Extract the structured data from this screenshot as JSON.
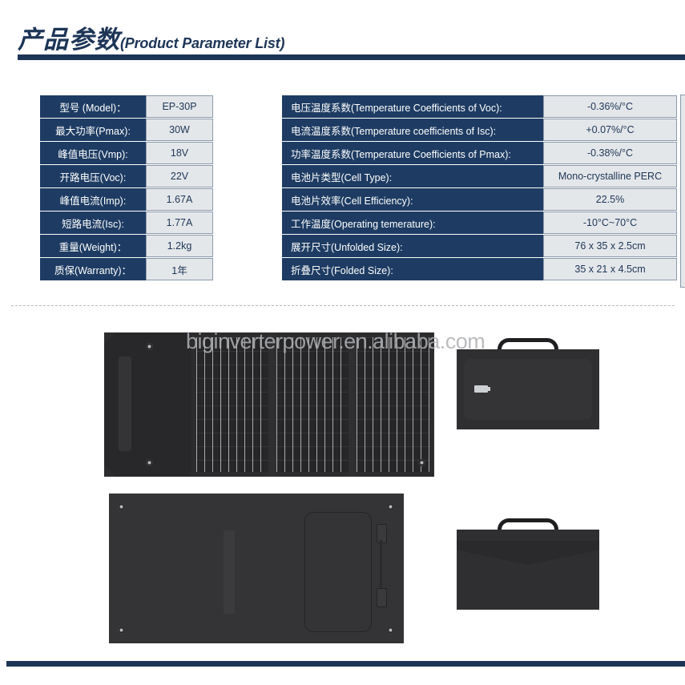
{
  "header": {
    "title_cn": "产品参数",
    "title_en": "(Product Parameter List)"
  },
  "spec_table_left": {
    "rows": [
      {
        "label": "型号 (Model)：",
        "value": "EP-30P"
      },
      {
        "label": "最大功率(Pmax):",
        "value": "30W"
      },
      {
        "label": "峰值电压(Vmp):",
        "value": "18V"
      },
      {
        "label": "开路电压(Voc):",
        "value": "22V"
      },
      {
        "label": "峰值电流(Imp):",
        "value": "1.67A"
      },
      {
        "label": "短路电流(Isc):",
        "value": "1.77A"
      },
      {
        "label": "重量(Weight)：",
        "value": "1.2kg"
      },
      {
        "label": "质保(Warranty)：",
        "value": "1年"
      }
    ]
  },
  "spec_table_right": {
    "rows": [
      {
        "label": "电压温度系数(Temperature Coefficients of Voc):",
        "value": "-0.36%/°C"
      },
      {
        "label": "电流温度系数(Temperature coefficients of Isc):",
        "value": "+0.07%/°C"
      },
      {
        "label": "功率温度系数(Temperature Coefficients of Pmax):",
        "value": "-0.38%/°C"
      },
      {
        "label": "电池片类型(Cell Type):",
        "value": "Mono-crystalline PERC"
      },
      {
        "label": "电池片效率(Cell Efficiency):",
        "value": "22.5%"
      },
      {
        "label": "工作温度(Operating temerature):",
        "value": "-10°C~70°C"
      },
      {
        "label": "展开尺寸(Unfolded Size):",
        "value": "76 x 35 x 2.5cm"
      },
      {
        "label": "折叠尺寸(Folded Size):",
        "value": "35 x 21 x 4.5cm"
      }
    ]
  },
  "gallery": {
    "watermark": "biginverterpower.en.alibaba.com",
    "shots": [
      {
        "name": "solar-panel-unfolded-front"
      },
      {
        "name": "solar-panel-unfolded-back"
      },
      {
        "name": "solar-panel-bag-open"
      },
      {
        "name": "solar-panel-bag-closed"
      }
    ]
  },
  "colors": {
    "brand_navy": "#1d3557",
    "label_cell": "#1e3c63",
    "value_cell": "#e4e7ea",
    "cell_border": "#8c99ab",
    "product_dark": "#2c2c2e",
    "watermark_gray": "#b0b2b5"
  }
}
